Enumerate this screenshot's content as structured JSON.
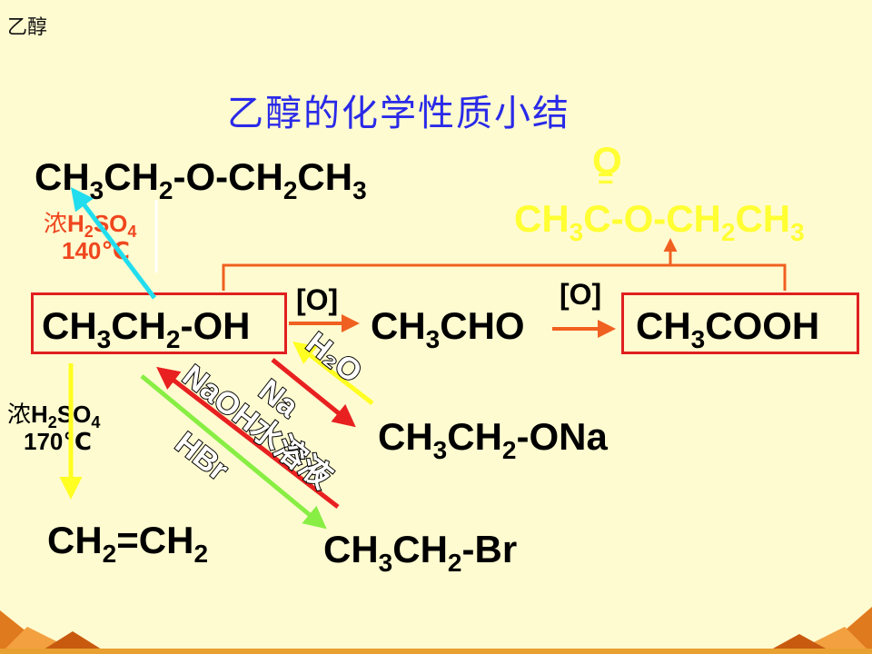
{
  "page_tag": "乙醇",
  "title": "乙醇的化学性质小结",
  "ethanol": [
    "CH",
    "3",
    "CH",
    "2",
    "-OH"
  ],
  "ether": [
    "CH",
    "3",
    "CH",
    "2",
    "-O-CH",
    "2",
    "CH",
    "3"
  ],
  "ester_o": "O",
  "ester_bond": "=",
  "ester": [
    "CH",
    "3",
    "C-O-CH",
    "2",
    "CH",
    "3"
  ],
  "acetaldehyde": [
    "CH",
    "3",
    "CHO"
  ],
  "acetic_acid": [
    "CH",
    "3",
    "COOH"
  ],
  "sodium_ethoxide": [
    "CH",
    "3",
    "CH",
    "2",
    "-ONa"
  ],
  "ethylene": [
    "CH",
    "2",
    "=CH",
    "2"
  ],
  "bromoethane": [
    "CH",
    "3",
    "CH",
    "2",
    "-Br"
  ],
  "cond_140": {
    "acid_cn": "浓",
    "acid": [
      "H",
      "2",
      "SO",
      "4"
    ],
    "temp": "140℃"
  },
  "cond_170": {
    "acid_cn": "浓",
    "acid": [
      "H",
      "2",
      "SO",
      "4"
    ],
    "temp": "170℃"
  },
  "oxidation_1": "[O]",
  "oxidation_2": "[O]",
  "label_h2o": "H₂O",
  "label_na": "Na",
  "label_naoh": "NaOH水溶液",
  "label_hbr": "HBr",
  "colors": {
    "title": "#2A2AE8",
    "box": "#E02020",
    "ester": "#FFFF33",
    "cyan": "#22DDEE",
    "orange": "#F06020",
    "yellow": "#FFFF22",
    "red": "#E82020",
    "green": "#88EE44"
  }
}
